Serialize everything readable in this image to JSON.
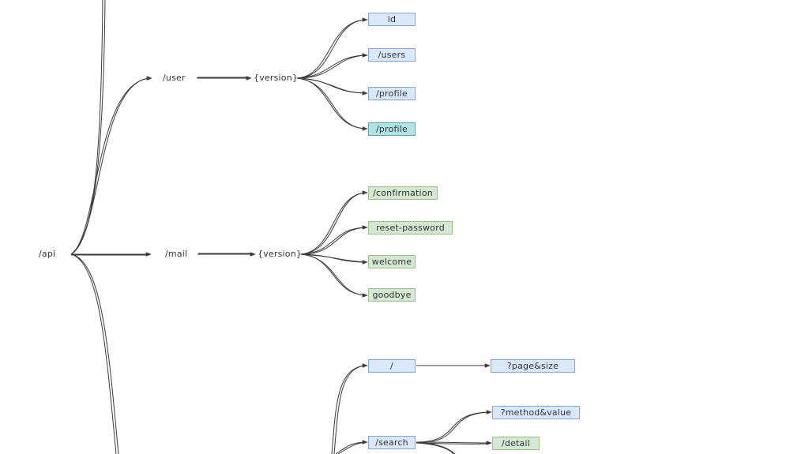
{
  "nodes": {
    "api": "/api",
    "user": "/user",
    "user_version": "{version}",
    "mail": "/mail",
    "mail_version": "{version}",
    "user_children": [
      "id",
      "/users",
      "/profile",
      "/profile"
    ],
    "mail_children": [
      "/confirmation",
      "reset-password",
      "welcome",
      "goodbye"
    ],
    "root_path": "/",
    "page_size": "?page&size",
    "search": "/search",
    "method_value": "?method&value",
    "detail": "/detail"
  },
  "colors": {
    "blue_fill": "#dae8fc",
    "blue_stroke": "#7ea6e0",
    "green_fill": "#d5e8d4",
    "green_stroke": "#97c27f",
    "teal_fill": "#b0e3e6",
    "teal_stroke": "#5fa3a8",
    "edge": "#3a3a3a"
  }
}
